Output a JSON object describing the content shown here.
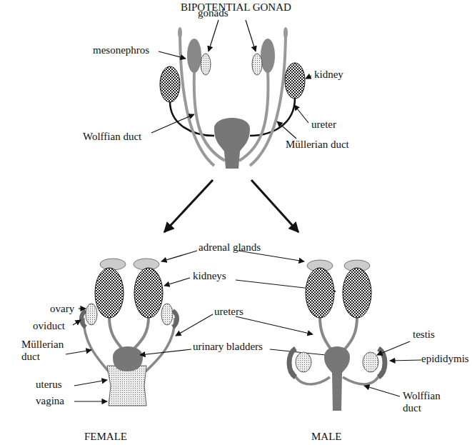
{
  "diagram": {
    "title": "BIPOTENTIAL GONAD",
    "labels": [
      "gonads",
      "mesonephros",
      "kidney",
      "Wolffian duct",
      "ureter",
      "Müllerian duct",
      "adrenal glands",
      "kidneys",
      "ovary",
      "oviduct",
      "ureters",
      "Müllerian duct",
      "testis",
      "urinary bladders",
      "epididymis",
      "uterus",
      "vagina",
      "Wolffian duct",
      "FEMALE",
      "MALE"
    ]
  }
}
